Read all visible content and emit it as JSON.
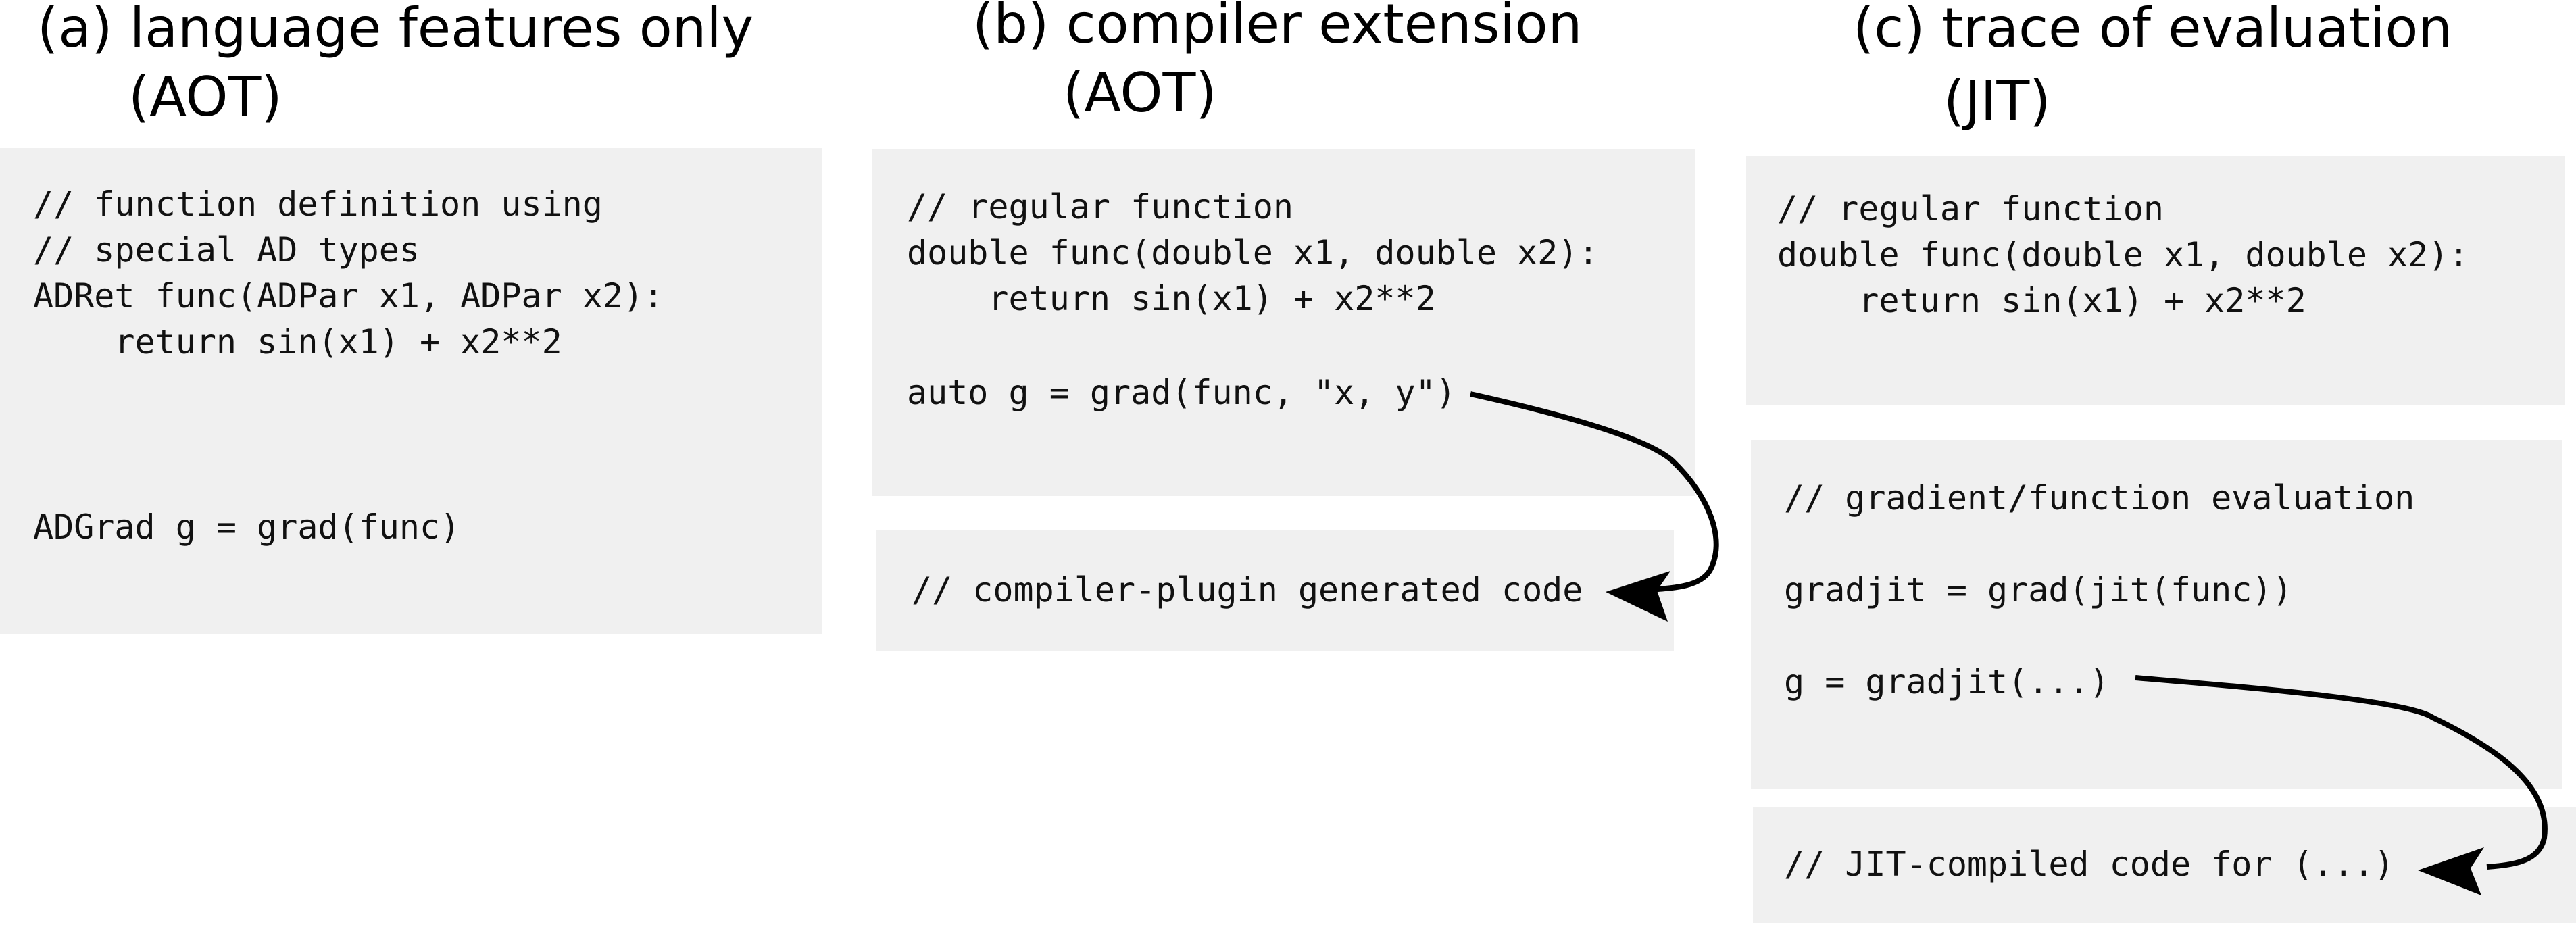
{
  "panels": {
    "a": {
      "title_line1": "(a) language features only",
      "title_line2": "(AOT)",
      "code": [
        "// function definition using",
        "// special AD types",
        "ADRet func(ADPar x1, ADPar x2):",
        "    return sin(x1) + x2**2",
        "ADGrad g = grad(func)"
      ]
    },
    "b": {
      "title_line1": "(b) compiler extension",
      "title_line2": "(AOT)",
      "code": [
        "// regular function",
        "double func(double x1, double x2):",
        "    return sin(x1) + x2**2",
        "auto g = grad(func, \"x, y\")"
      ],
      "generated": "// compiler-plugin generated code"
    },
    "c": {
      "title_line1": "(c) trace of evaluation",
      "title_line2": "(JIT)",
      "code": [
        "// regular function",
        "double func(double x1, double x2):",
        "    return sin(x1) + x2**2"
      ],
      "eval": [
        "// gradient/function evaluation",
        "gradjit = grad(jit(func))",
        "g = gradjit(...)"
      ],
      "generated": "// JIT-compiled code for (...)"
    }
  },
  "colors": {
    "box": "#f0f0f0",
    "text": "#000000"
  }
}
